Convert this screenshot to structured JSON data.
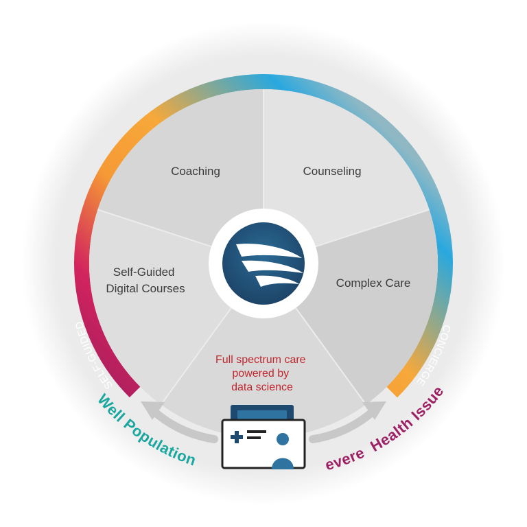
{
  "diagram": {
    "segments": [
      {
        "label_lines": [
          "Coaching"
        ]
      },
      {
        "label_lines": [
          "Counseling"
        ]
      },
      {
        "label_lines": [
          "Complex Care"
        ]
      },
      {
        "label_lines": [
          "Self-Guided",
          "Digital Courses"
        ]
      }
    ],
    "tagline_lines": [
      "Full spectrum care",
      "powered by",
      "data science"
    ],
    "arc_labels": {
      "left": "SELF-GUIDED",
      "right": "CONCIERGE"
    },
    "outer_labels": {
      "left": "Well Population",
      "right": "Severe  Health Issues"
    },
    "colors": {
      "left_outer": "#1aa7a0",
      "right_outer": "#9c2063",
      "tagline": "#c0262d",
      "logo": "#1f4f74",
      "gradient": [
        "#8fb8c4",
        "#29a8df",
        "#f7a83a",
        "#f59a35",
        "#d2245e",
        "#b21f5e"
      ]
    },
    "icons": {
      "center": "company-logo",
      "bottom": "patient-record-icon"
    }
  }
}
